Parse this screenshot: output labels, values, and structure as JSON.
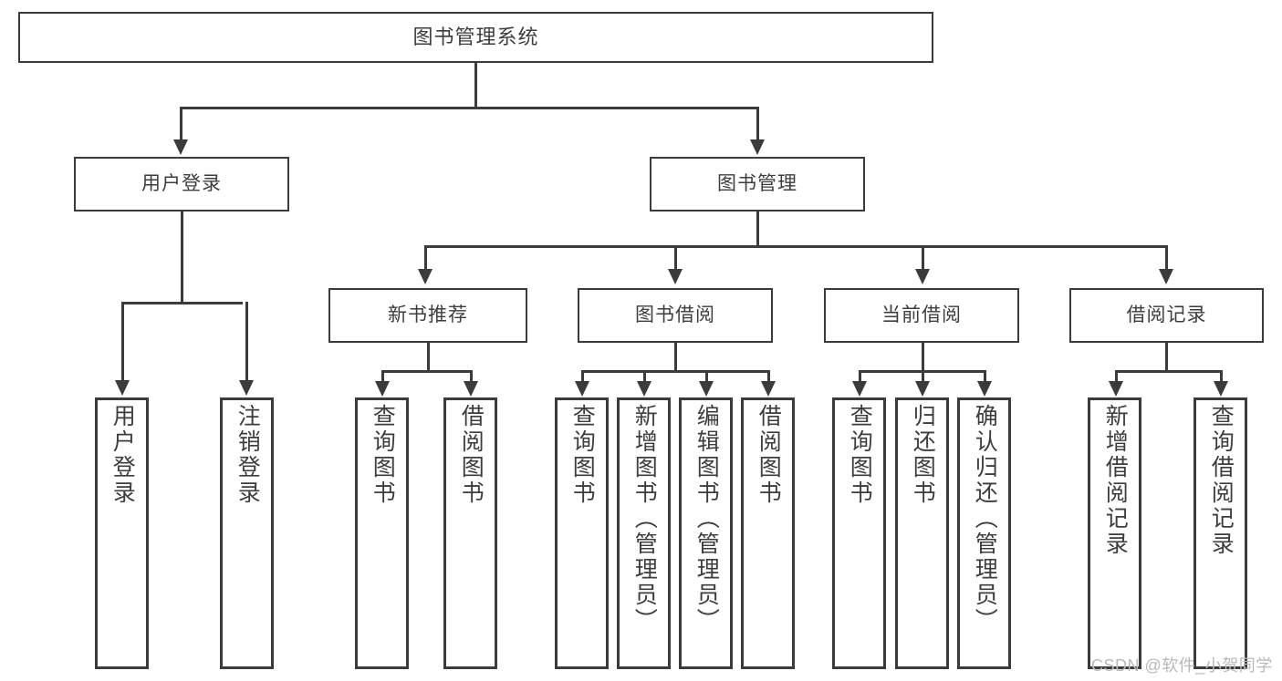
{
  "diagram": {
    "title": "图书管理系统",
    "type": "功能结构图",
    "levels": {
      "root": {
        "label": "图书管理系统"
      },
      "level2": [
        {
          "label": "用户登录"
        },
        {
          "label": "图书管理"
        }
      ],
      "level3": [
        {
          "label": "新书推荐"
        },
        {
          "label": "图书借阅"
        },
        {
          "label": "当前借阅"
        },
        {
          "label": "借阅记录"
        }
      ],
      "level4": {
        "user_login": [
          {
            "label": "用户登录"
          },
          {
            "label": "注销登录"
          }
        ],
        "new_book_recommend": [
          {
            "label": "查询图书"
          },
          {
            "label": "借阅图书"
          }
        ],
        "book_borrow": [
          {
            "label": "查询图书"
          },
          {
            "label": "新增图书（管理员）"
          },
          {
            "label": "编辑图书（管理员）"
          },
          {
            "label": "借阅图书"
          }
        ],
        "current_borrow": [
          {
            "label": "查询图书"
          },
          {
            "label": "归还图书"
          },
          {
            "label": "确认归还（管理员）"
          }
        ],
        "borrow_record": [
          {
            "label": "新增借阅记录"
          },
          {
            "label": "查询借阅记录"
          }
        ]
      }
    }
  },
  "watermark": {
    "text": "CSDN @软件_小贺同学"
  },
  "colors": {
    "border": "#3b3b3b",
    "text": "#3d3d3d",
    "background": "#ffffff",
    "watermark": "#b9b9b9"
  }
}
